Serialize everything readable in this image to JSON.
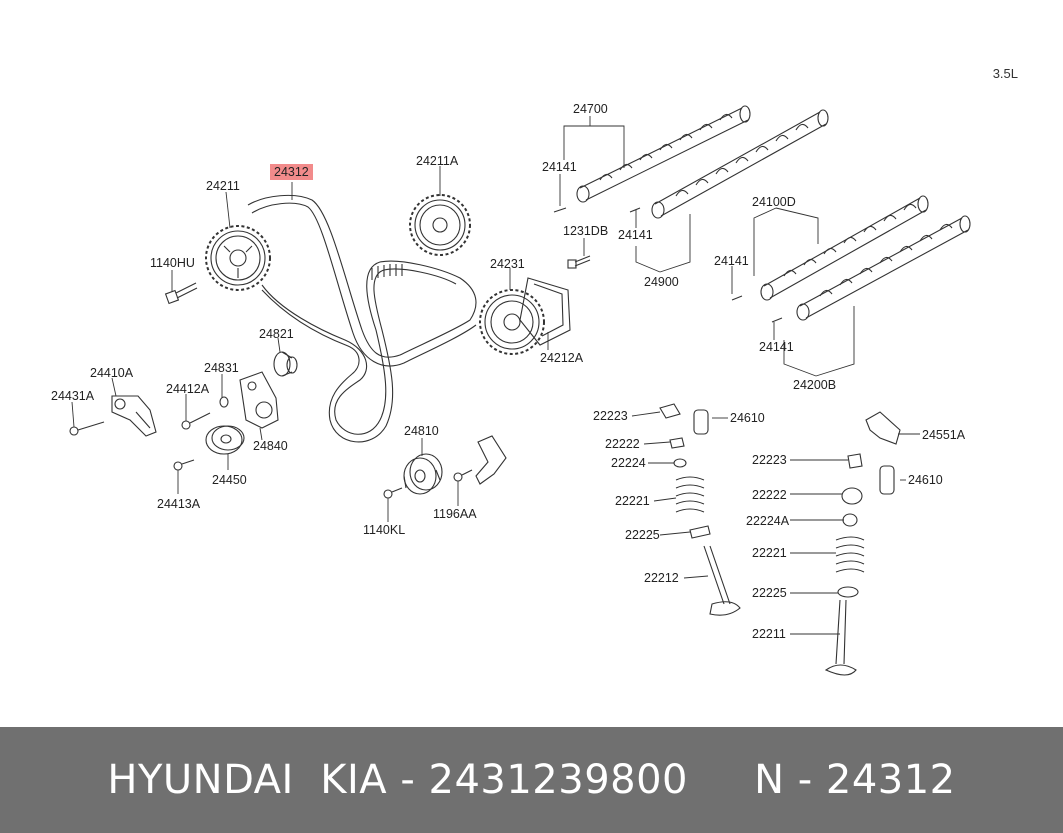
{
  "engine_label": "3.5L",
  "highlight_color": "#f28b8b",
  "footer_bg": "#707070",
  "labels": {
    "l24312": "24312",
    "l24211": "24211",
    "l24211A": "24211A",
    "l1140HU": "1140HU",
    "l24231": "24231",
    "l24212A": "24212A",
    "l24821": "24821",
    "l24831": "24831",
    "l24410A": "24410A",
    "l24431A": "24431A",
    "l24412A": "24412A",
    "l24840": "24840",
    "l24450": "24450",
    "l24413A": "24413A",
    "l24810": "24810",
    "l1140KL": "1140KL",
    "l1196AA": "1196AA",
    "l24700": "24700",
    "l24141a": "24141",
    "l1231DB": "1231DB",
    "l24141b": "24141",
    "l24900": "24900",
    "l24100D": "24100D",
    "l24141c": "24141",
    "l24141d": "24141",
    "l24200B": "24200B",
    "l22223a": "22223",
    "l24610a": "24610",
    "l22222a": "22222",
    "l22224": "22224",
    "l22221a": "22221",
    "l22225a": "22225",
    "l22212": "22212",
    "l24551A": "24551A",
    "l22223b": "22223",
    "l24610b": "24610",
    "l22222b": "22222",
    "l22224A": "22224A",
    "l22221b": "22221",
    "l22225b": "22225",
    "l22211": "22211"
  },
  "footer": {
    "brand": "HYUNDAI  KIA - 2431239800",
    "part": "N - 24312"
  }
}
